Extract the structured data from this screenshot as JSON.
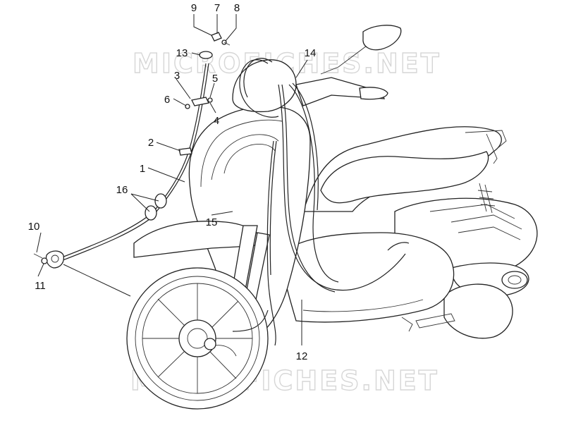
{
  "watermarks": [
    "MICROFICHES.NET",
    "MICROFICHES.NET"
  ],
  "callouts": [
    {
      "id": "9",
      "label": "9"
    },
    {
      "id": "7",
      "label": "7"
    },
    {
      "id": "8",
      "label": "8"
    },
    {
      "id": "13",
      "label": "13"
    },
    {
      "id": "14",
      "label": "14"
    },
    {
      "id": "3",
      "label": "3"
    },
    {
      "id": "5",
      "label": "5"
    },
    {
      "id": "6",
      "label": "6"
    },
    {
      "id": "4",
      "label": "4"
    },
    {
      "id": "2",
      "label": "2"
    },
    {
      "id": "1",
      "label": "1"
    },
    {
      "id": "16",
      "label": "16"
    },
    {
      "id": "15",
      "label": "15"
    },
    {
      "id": "10",
      "label": "10"
    },
    {
      "id": "11",
      "label": "11"
    },
    {
      "id": "12",
      "label": "12"
    }
  ],
  "colors": {
    "ink": "#222222",
    "watermark": "#d6d6d6",
    "background": "#ffffff"
  }
}
